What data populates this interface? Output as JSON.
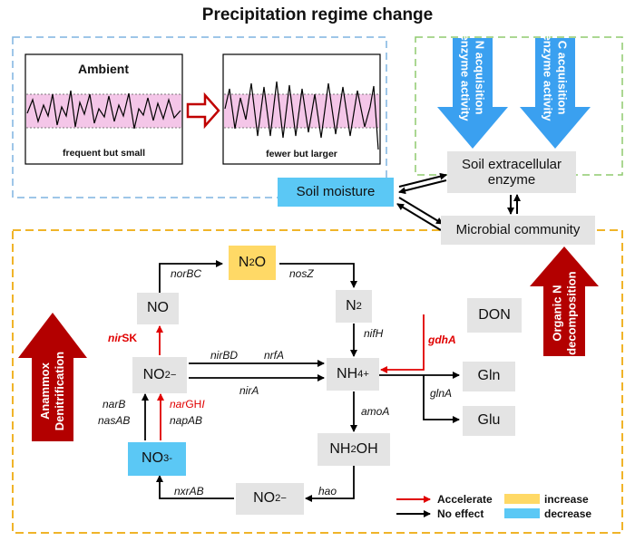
{
  "title": "Precipitation regime change",
  "panels": {
    "ambient_title": "Ambient",
    "ambient_caption": "frequent but small",
    "changed_caption": "fewer but larger"
  },
  "arrows_down": [
    {
      "label_line1": "N acquisition",
      "label_line2": "enzyme activity"
    },
    {
      "label_line1": "C acquisition",
      "label_line2": "enzyme activity"
    }
  ],
  "boxes": {
    "soil_enzyme_line1": "Soil extracellular",
    "soil_enzyme_line2": "enzyme",
    "soil_moisture": "Soil moisture",
    "microbial_community": "Microbial community"
  },
  "side_arrows": {
    "left_line1": "Anammox",
    "left_line2": "Denitrification",
    "right_line1": "Organic N",
    "right_line2": "decomposition"
  },
  "nodes": {
    "n2o": "N",
    "n2o_sub": "2",
    "n2o_tail": "O",
    "no": "NO",
    "n2": "N",
    "n2_sub": "2",
    "no2_left": "NO",
    "no2_left_sub": "2",
    "no2_left_sup": "−",
    "nh4": "NH",
    "nh4_sub": "4",
    "nh4_sup": "+",
    "no3": "NO",
    "no3_sub": "3",
    "no3_sup": "-",
    "nh2oh": "NH",
    "nh2oh_sub": "2",
    "nh2oh_tail": "OH",
    "no2_bottom": "NO",
    "no2_bottom_sub": "2",
    "no2_bottom_sup": "−",
    "don": "DON",
    "gln": "Gln",
    "glu": "Glu"
  },
  "genes": {
    "norBC": "norBC",
    "nosZ": "nosZ",
    "nirSK_a": "nir",
    "nirSK_b": "SK",
    "nifH": "nifH",
    "gdhA": "gdhA",
    "nirBD": "nirBD",
    "nrfA": "nrfA",
    "nirA": "nirA",
    "glnA": "glnA",
    "narB": "narB",
    "nasAB": "nasAB",
    "narGHI_a": "nar",
    "narGHI_b": "GH",
    "narGHI_c": "I",
    "napAB": "napAB",
    "amoA": "amoA",
    "nxrAB": "nxrAB",
    "hao": "hao"
  },
  "legend": {
    "accelerate": "Accelerate",
    "no_effect": "No effect",
    "increase": "increase",
    "decrease": "decrease"
  },
  "colors": {
    "accelerate": "#e00000",
    "no_effect": "#000000",
    "increase": "#ffd966",
    "decrease": "#5bc8f5",
    "blue_arrow": "#3aa0f0",
    "dark_red_arrow": "#b30000",
    "band": "#f4c6e8"
  }
}
